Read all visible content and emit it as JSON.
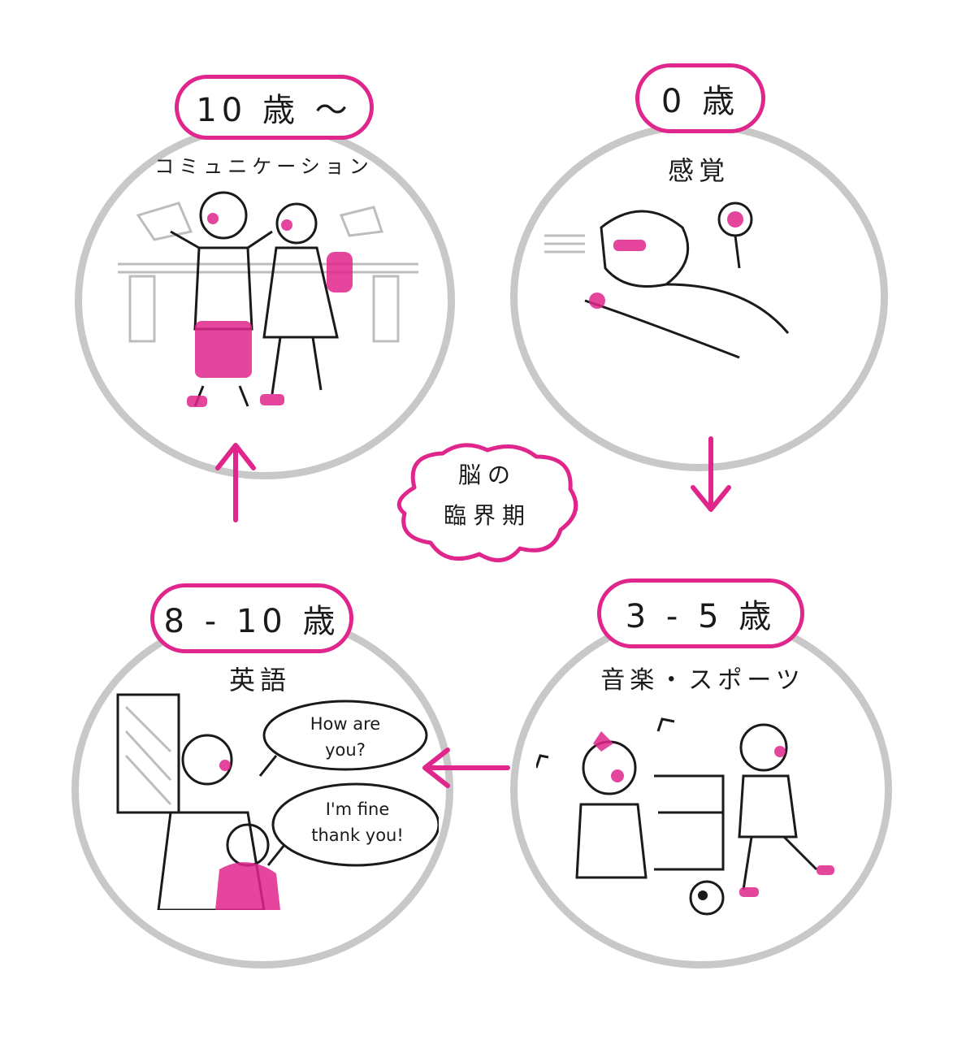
{
  "stages": [
    {
      "age": "10 歳 〜",
      "topic": "コミュニケーション"
    },
    {
      "age": "0 歳",
      "topic": "感覚"
    },
    {
      "age": "3 - 5 歳",
      "topic": "音楽・スポーツ"
    },
    {
      "age": "8 - 10 歳",
      "topic": "英語"
    }
  ],
  "center": {
    "line1": "脳の",
    "line2": "臨界期"
  },
  "speech": {
    "question_line1": "How are",
    "question_line2": "you?",
    "answer_line1": "I'm fine",
    "answer_line2": "thank you!"
  },
  "colors": {
    "accent": "#e0258c",
    "circle": "#c8c8c8",
    "ink": "#1a1a1a"
  }
}
